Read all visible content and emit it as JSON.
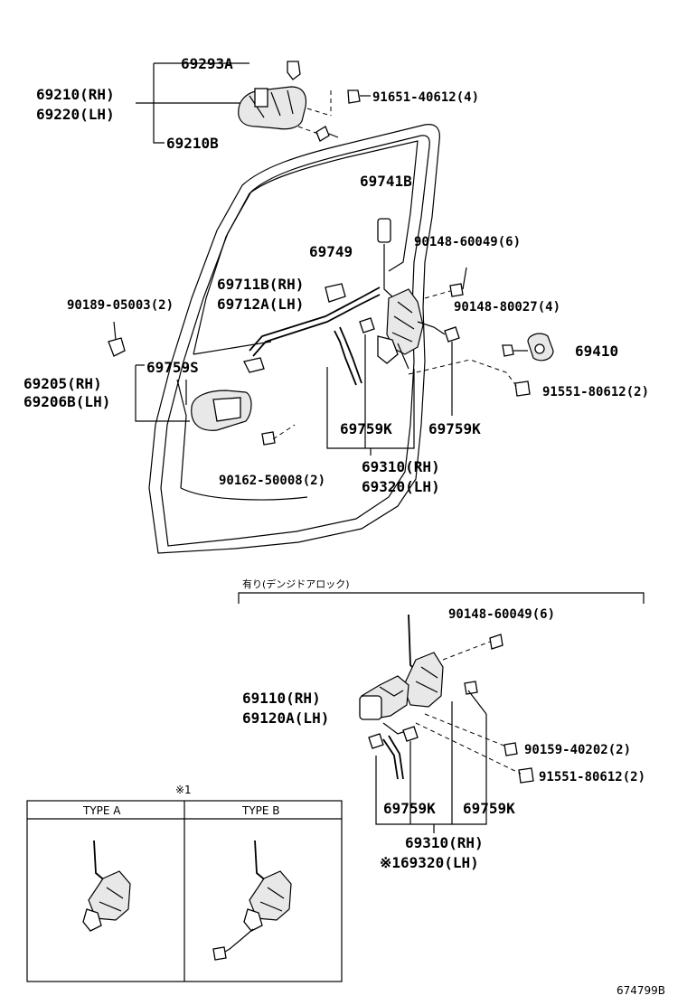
{
  "labels": {
    "p69293A": "69293A",
    "p69210RH": "69210(RH)",
    "p69220LH": "69220(LH)",
    "p69210B": "69210B",
    "p91651": "91651-40612(4)",
    "p69741B": "69741B",
    "p69749": "69749",
    "p90148_60049_top": "90148-60049(6)",
    "p69711B": "69711B(RH)",
    "p69712A": "69712A(LH)",
    "p90189": "90189-05003(2)",
    "p90148_80027": "90148-80027(4)",
    "p69410": "69410",
    "p69205": "69205(RH)",
    "p69206B": "69206B(LH)",
    "p69759S": "69759S",
    "p91551_top": "91551-80612(2)",
    "p69759K_a": "69759K",
    "p69759K_b": "69759K",
    "p90162": "90162-50008(2)",
    "p69310_top": "69310(RH)",
    "p69320_top": "69320(LH)",
    "section_note": "有り(デンジドアロック)",
    "p90148_60049_bot": "90148-60049(6)",
    "p69110": "69110(RH)",
    "p69120A": "69120A(LH)",
    "p90159": "90159-40202(2)",
    "p91551_bot": "91551-80612(2)",
    "p69759K_c": "69759K",
    "p69759K_d": "69759K",
    "p69310_bot": "69310(RH)",
    "p69320_bot": "※169320(LH)",
    "legend_mark": "※1",
    "type_a": "TYPE A",
    "type_b": "TYPE B",
    "diagram_id": "674799B"
  }
}
